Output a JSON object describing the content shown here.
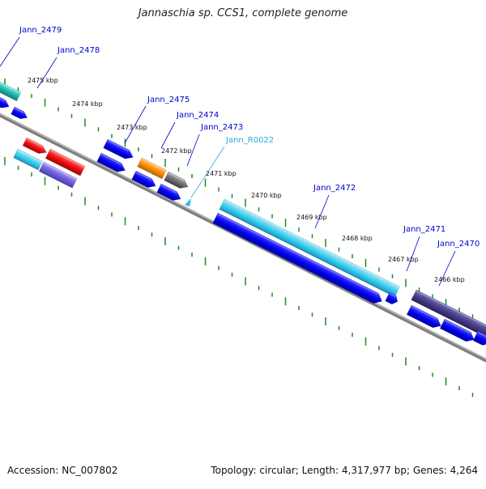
{
  "title": "Jannaschia sp. CCS1, complete genome",
  "footer": {
    "accession": "Accession: NC_007802",
    "summary": "Topology: circular; Length: 4,317,977 bp; Genes: 4,264"
  },
  "colors": {
    "backbone": "#7f7f7f",
    "tick": "#1e8a1e",
    "label_default": "#0000cc",
    "label_rna": "#29a9e0",
    "cds_forward": "#0000ee",
    "cds_cyan": "#33ccee",
    "cds_teal": "#20b8b0",
    "cds_red": "#ee1111",
    "cds_orange": "#ff8c00",
    "cds_gray": "#707070",
    "cds_purple": "#7060dd",
    "cds_darkpurple": "#483d8b"
  },
  "scale_labels": [
    {
      "text": "2475 kbp"
    },
    {
      "text": "2474 kbp"
    },
    {
      "text": "2473 kbp"
    },
    {
      "text": "2472 kbp"
    },
    {
      "text": "2471 kbp"
    },
    {
      "text": "2470 kbp"
    },
    {
      "text": "2469 kbp"
    },
    {
      "text": "2468 kbp"
    },
    {
      "text": "2467 kbp"
    },
    {
      "text": "2466 kbp"
    }
  ],
  "gene_labels": [
    {
      "text": "Jann_2479",
      "kind": "cds"
    },
    {
      "text": "Jann_2478",
      "kind": "cds"
    },
    {
      "text": "Jann_2475",
      "kind": "cds"
    },
    {
      "text": "Jann_2474",
      "kind": "cds"
    },
    {
      "text": "Jann_2473",
      "kind": "cds"
    },
    {
      "text": "Jann_R0022",
      "kind": "rna"
    },
    {
      "text": "Jann_2472",
      "kind": "cds"
    },
    {
      "text": "Jann_2471",
      "kind": "cds"
    },
    {
      "text": "Jann_2470",
      "kind": "cds"
    }
  ]
}
